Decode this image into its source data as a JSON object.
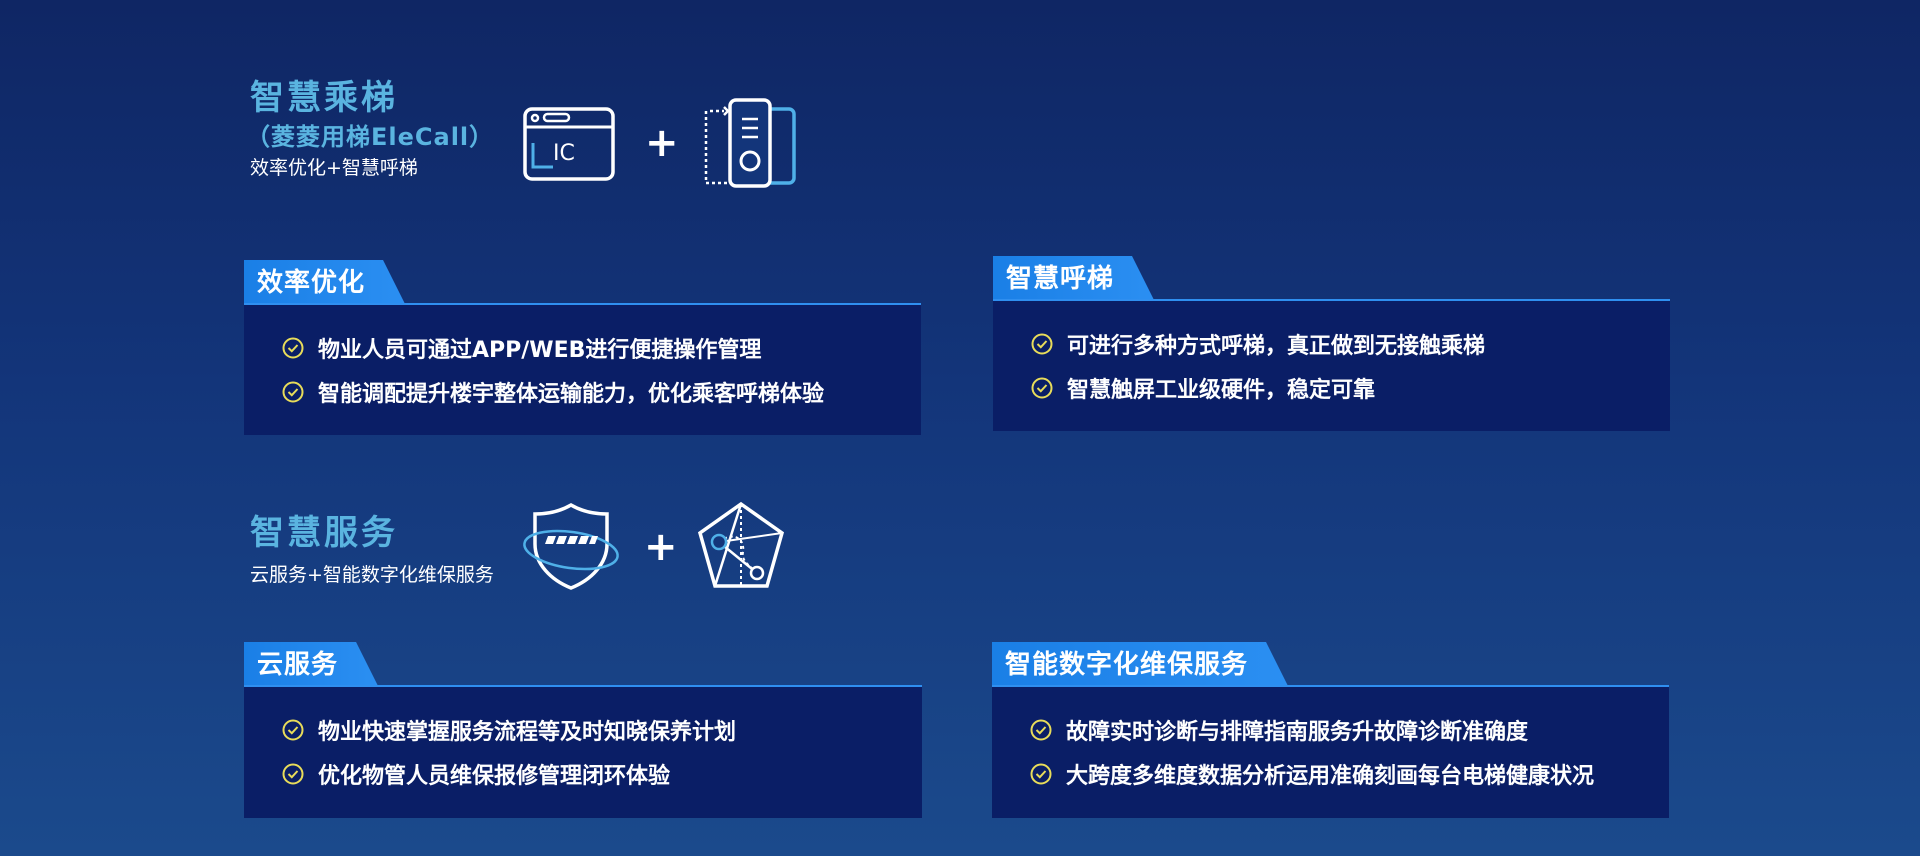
{
  "elevator": {
    "title": "智慧乘梯",
    "paren": "（菱菱用梯EleCall）",
    "subtitle": "效率优化+智慧呼梯",
    "ic_label": "IC",
    "plus": "+"
  },
  "service": {
    "title": "智慧服务",
    "subtitle": "云服务+智能数字化维保服务",
    "plus": "+"
  },
  "cards": {
    "efficiency": {
      "title": "效率优化",
      "items": [
        "物业人员可通过APP/WEB进行便捷操作管理",
        "智能调配提升楼宇整体运输能力，优化乘客呼梯体验"
      ]
    },
    "smart_call": {
      "title": "智慧呼梯",
      "items": [
        "可进行多种方式呼梯，真正做到无接触乘梯",
        "智慧触屏工业级硬件，稳定可靠"
      ]
    },
    "cloud": {
      "title": "云服务",
      "items": [
        "物业快速掌握服务流程等及时知晓保养计划",
        "优化物管人员维保报修管理闭环体验"
      ]
    },
    "maintenance": {
      "title": "智能数字化维保服务",
      "items": [
        "故障实时诊断与排障指南服务升故障诊断准确度",
        "大跨度多维度数据分析运用准确刻画每台电梯健康状况"
      ]
    }
  },
  "colors": {
    "accent_title": "#5ab4e0",
    "tab_blue": "#2b8ff2",
    "card_bg": "#0a1e66",
    "check_yellow": "#e8dc5a"
  },
  "icons": {
    "check": "check-circle-icon",
    "ic_card": "ic-card-reader-icon",
    "intercom": "intercom-panel-icon",
    "shield": "security-shield-icon",
    "pentagon": "network-pentagon-icon"
  }
}
